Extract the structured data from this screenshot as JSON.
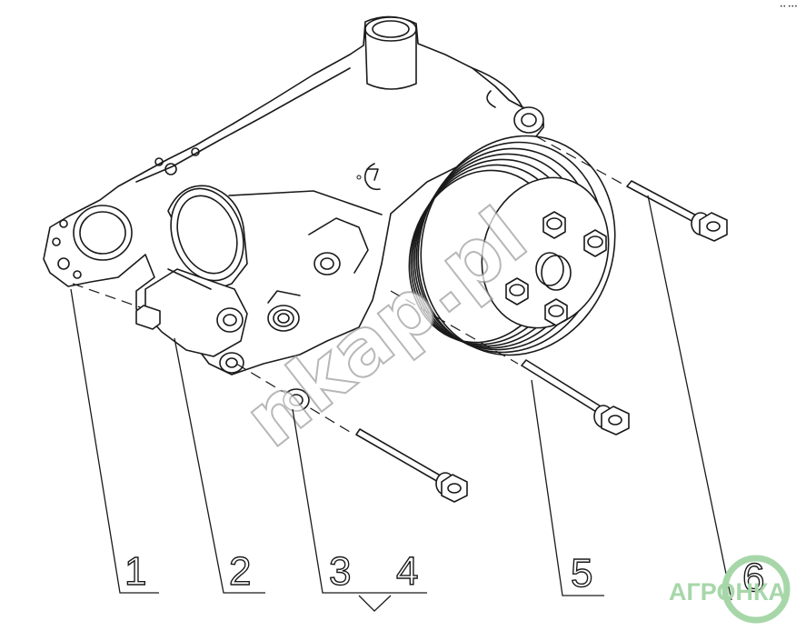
{
  "callouts": [
    "1",
    "2",
    "3",
    "4",
    "5",
    "6"
  ],
  "watermark": "nkap.pl",
  "logo": {
    "text": "АГРОНКА",
    "color": "#a7d7a9"
  },
  "corner_mark": "•• •••"
}
